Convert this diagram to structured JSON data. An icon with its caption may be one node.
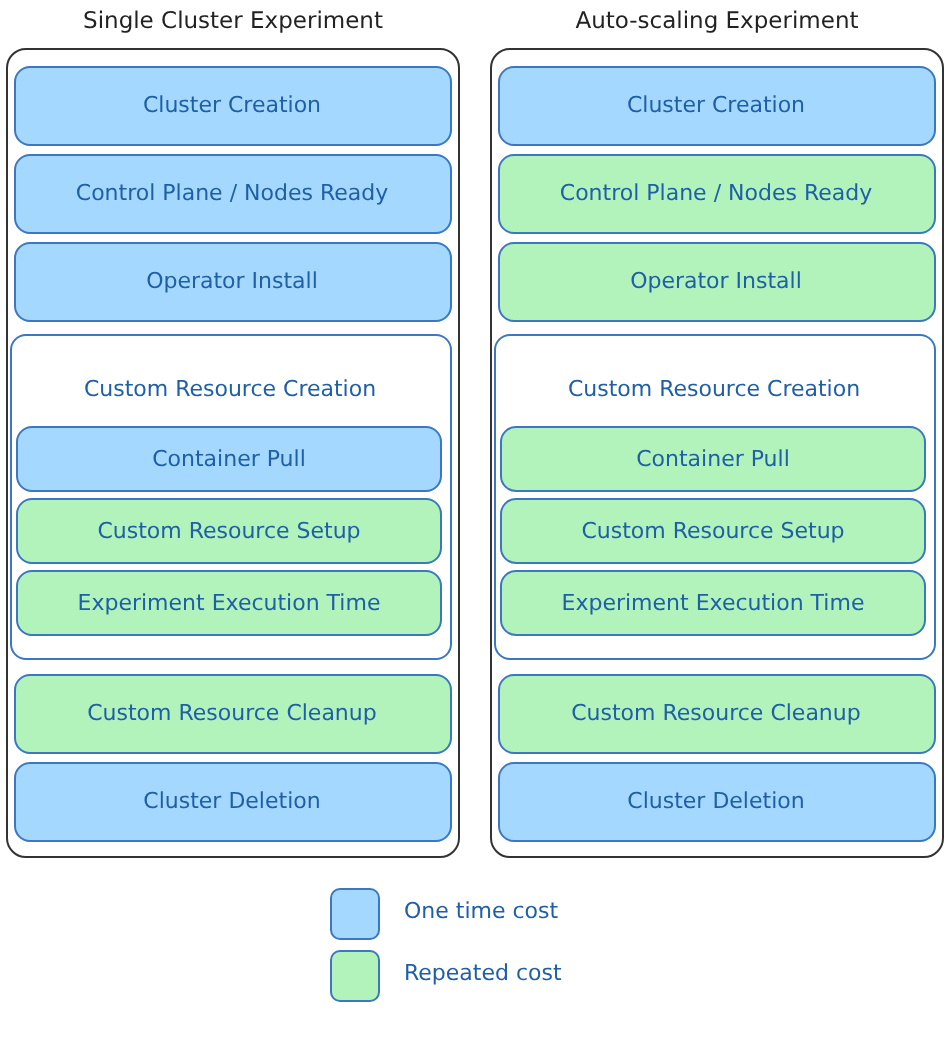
{
  "diagram": {
    "nodes": [
      {
        "text": [
          "Single Cluster Experiment"
        ]
      },
      {
        "text": [
          "Cluster Creation"
        ],
        "in": 0
      },
      {
        "text": [
          "Control Plane / Nodes Ready"
        ],
        "in": 0
      },
      {
        "text": [
          "Operator Install"
        ],
        "in": 0
      },
      {
        "text": [
          "Custom Resource Creation"
        ],
        "in": 0
      },
      {
        "text": [
          "Container Pull"
        ],
        "in": 4
      },
      {
        "text": [
          "Custom Resource Setup"
        ],
        "in": 4
      },
      {
        "text": [
          "Experiment Execution Time"
        ],
        "in": 4
      },
      {
        "text": [
          "Custom Resource Cleanup"
        ],
        "in": 0
      },
      {
        "text": [
          "Cluster Deletion"
        ],
        "in": 0
      },
      {
        "text": [
          "Auto-scaling Experiment"
        ]
      },
      {
        "text": [
          "Cluster Creation"
        ],
        "in": 10
      },
      {
        "text": [
          "Control Plane / Nodes Ready"
        ],
        "in": 10
      },
      {
        "text": [
          "Operator Install"
        ],
        "in": 10
      },
      {
        "text": [
          "Custom Resource Creation"
        ],
        "in": 10
      },
      {
        "text": [
          "Container Pull"
        ],
        "in": 14
      },
      {
        "text": [
          "Custom Resource Setup"
        ],
        "in": 14
      },
      {
        "text": [
          "Experiment Execution Time"
        ],
        "in": 14
      },
      {
        "text": [
          "Custom Resource Cleanup"
        ],
        "in": 10
      },
      {
        "text": [
          "Cluster Deletion"
        ],
        "in": 10
      }
    ],
    "legend": [
      {
        "text": "One time cost",
        "color": "#a5d8ff"
      },
      {
        "text": "Repeated cost",
        "color": "#b2f2bb"
      }
    ]
  }
}
